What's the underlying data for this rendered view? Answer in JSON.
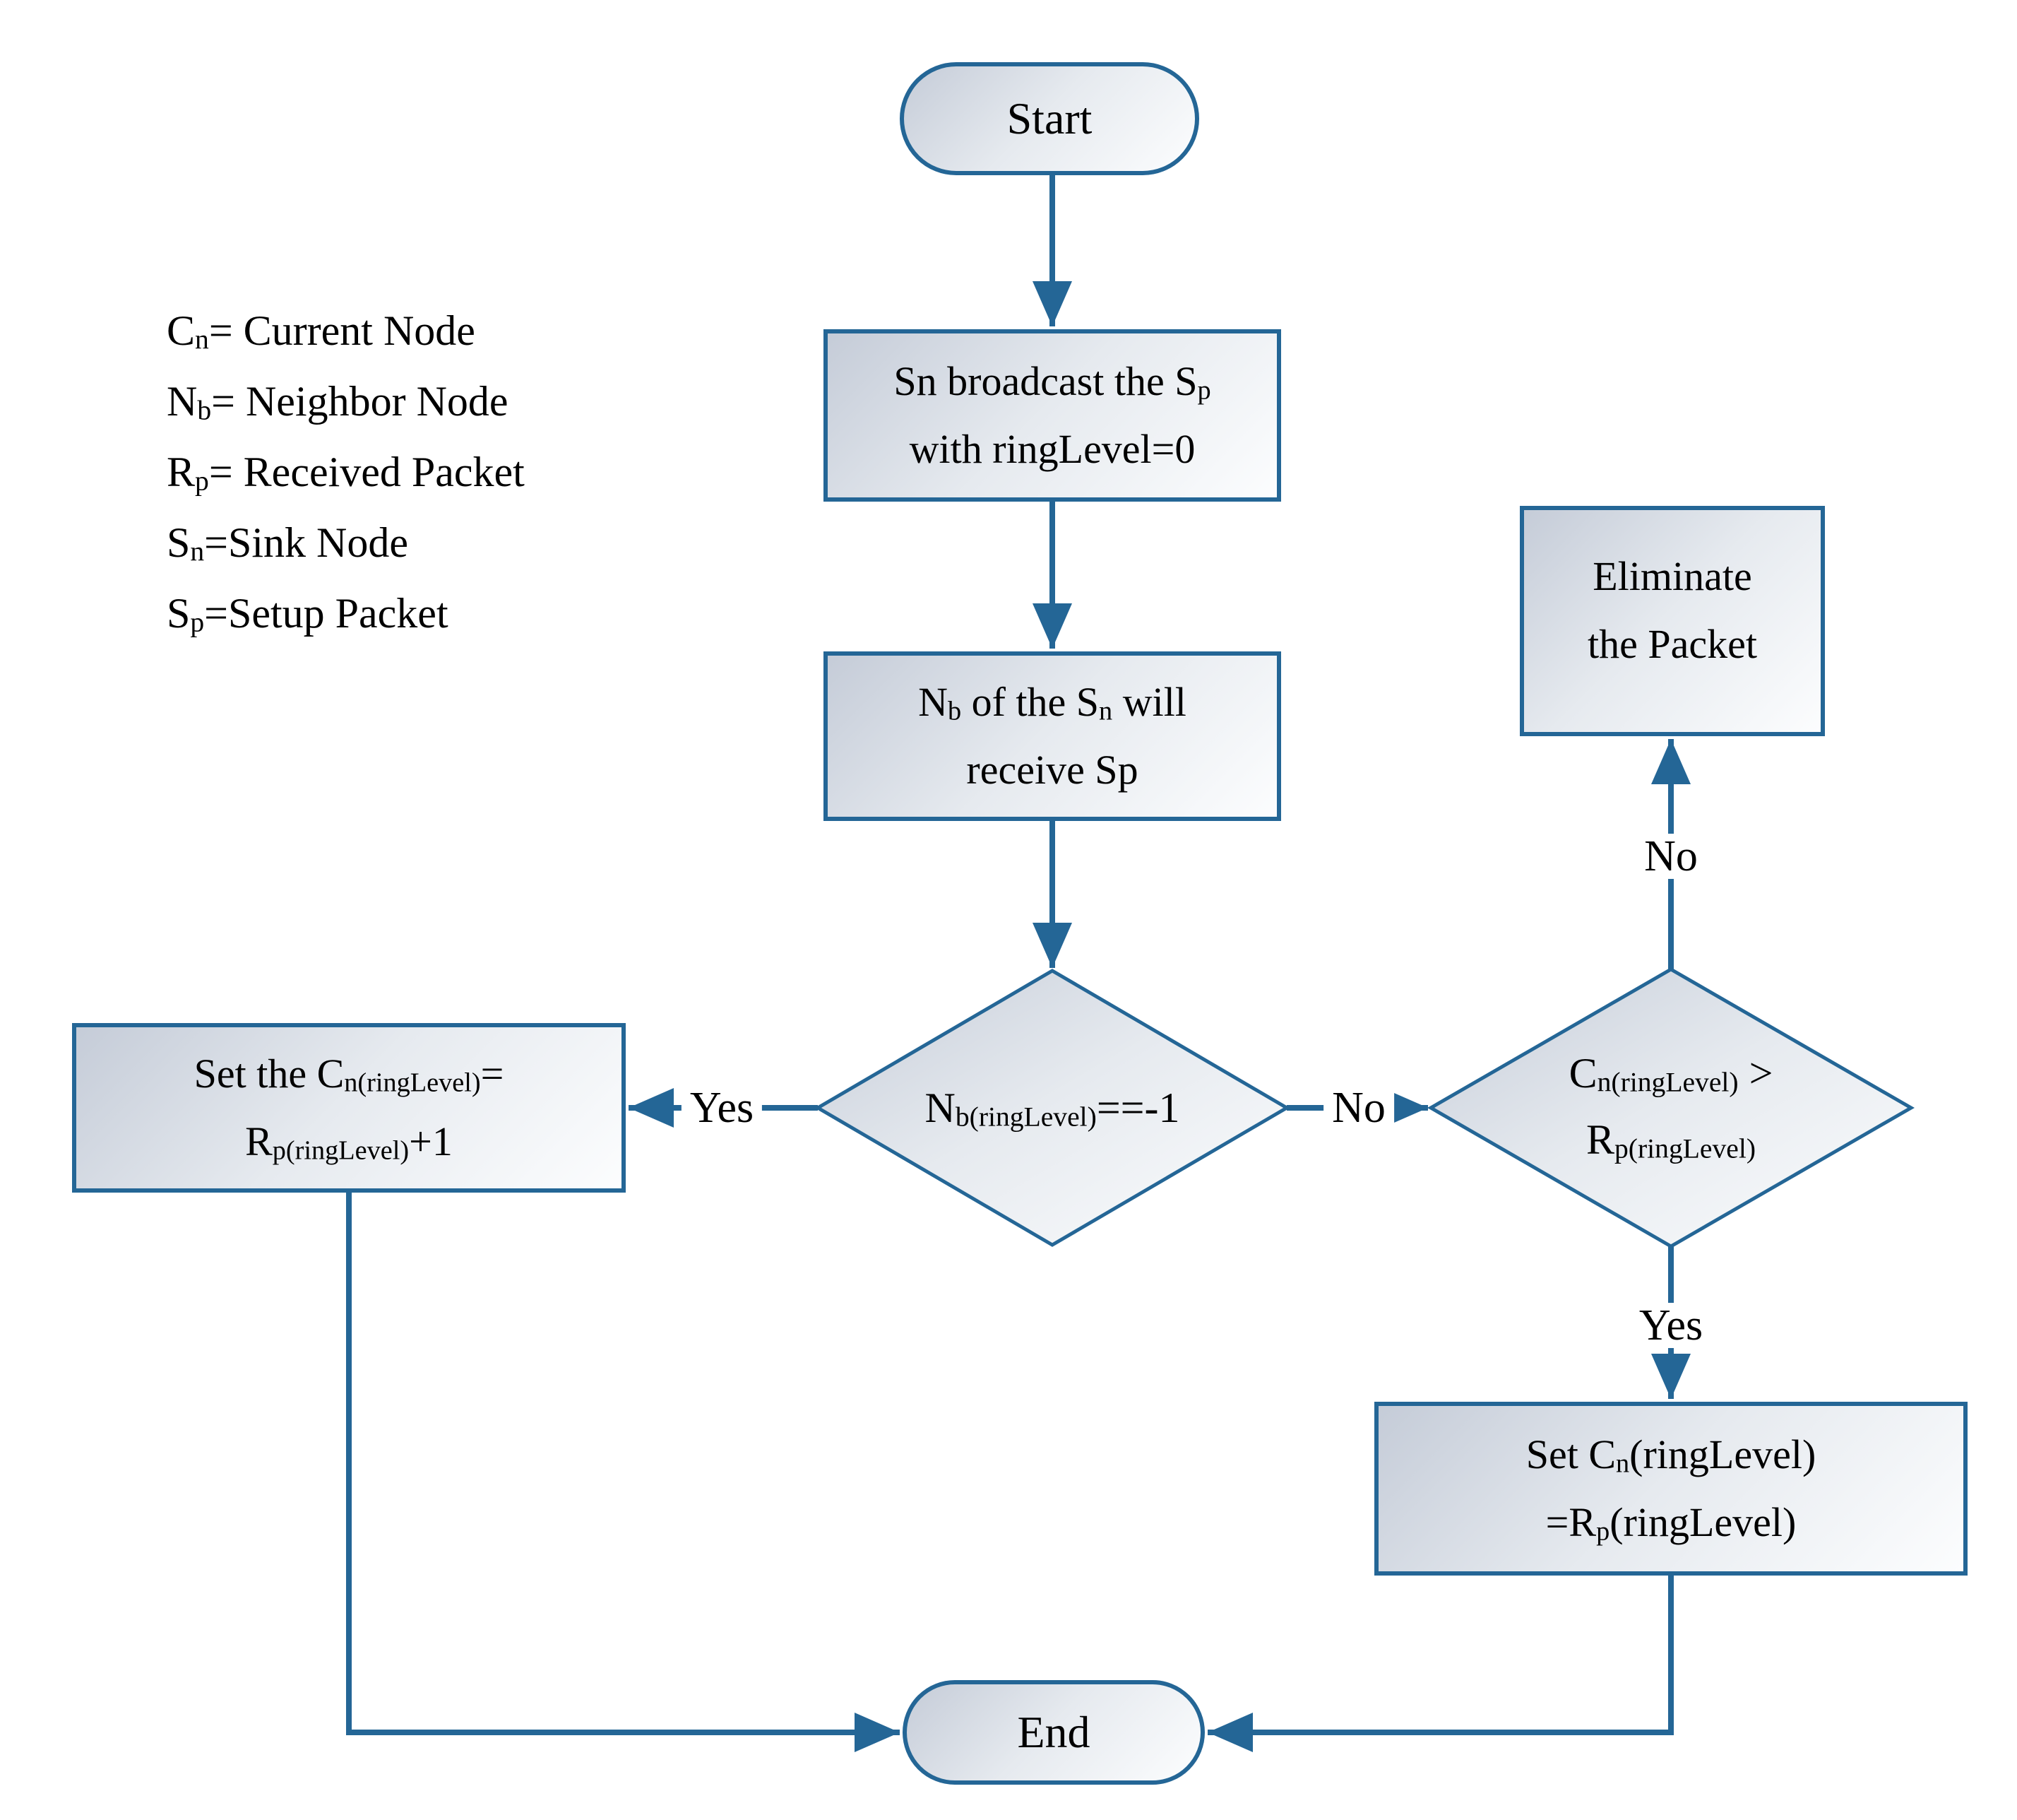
{
  "diagram": {
    "legend": {
      "items": [
        {
          "parts": [
            {
              "t": "C"
            },
            {
              "t": "n",
              "sub": true
            },
            {
              "t": "= Current Node"
            }
          ]
        },
        {
          "parts": [
            {
              "t": "N"
            },
            {
              "t": "b",
              "sub": true
            },
            {
              "t": "= Neighbor Node"
            }
          ]
        },
        {
          "parts": [
            {
              "t": "R"
            },
            {
              "t": "p",
              "sub": true
            },
            {
              "t": "= Received Packet"
            }
          ]
        },
        {
          "parts": [
            {
              "t": "S"
            },
            {
              "t": "n",
              "sub": true
            },
            {
              "t": "=Sink Node"
            }
          ]
        },
        {
          "parts": [
            {
              "t": "S"
            },
            {
              "t": "p",
              "sub": true
            },
            {
              "t": "=Setup Packet"
            }
          ]
        }
      ]
    },
    "nodes": {
      "start": {
        "label": "Start"
      },
      "broadcast": {
        "lines": [
          [
            {
              "t": "Sn broadcast the S"
            },
            {
              "t": "p",
              "sub": true
            }
          ],
          [
            {
              "t": "with ringLevel=0"
            }
          ]
        ]
      },
      "receive": {
        "lines": [
          [
            {
              "t": "N"
            },
            {
              "t": "b",
              "sub": true
            },
            {
              "t": " of the S"
            },
            {
              "t": "n",
              "sub": true
            },
            {
              "t": " will"
            }
          ],
          [
            {
              "t": "receive Sp"
            }
          ]
        ]
      },
      "decision1": {
        "lines": [
          [
            {
              "t": "N"
            },
            {
              "t": "b(ringLevel)",
              "sub": true
            },
            {
              "t": "==-1"
            }
          ]
        ]
      },
      "set_plus1": {
        "lines": [
          [
            {
              "t": "Set the C"
            },
            {
              "t": "n(ringLevel)",
              "sub": true
            },
            {
              "t": "="
            }
          ],
          [
            {
              "t": "R"
            },
            {
              "t": "p(ringLevel)",
              "sub": true
            },
            {
              "t": "+1"
            }
          ]
        ]
      },
      "decision2": {
        "lines": [
          [
            {
              "t": "C"
            },
            {
              "t": "n(ringLevel)",
              "sub": true
            },
            {
              "t": " >"
            }
          ],
          [
            {
              "t": "R"
            },
            {
              "t": "p(ringLevel)",
              "sub": true
            }
          ]
        ]
      },
      "eliminate": {
        "lines": [
          [
            {
              "t": "Eliminate"
            }
          ],
          [
            {
              "t": "the Packet"
            }
          ]
        ]
      },
      "set_equal": {
        "lines": [
          [
            {
              "t": "Set C"
            },
            {
              "t": "n",
              "sub": true
            },
            {
              "t": "(ringLevel)"
            }
          ],
          [
            {
              "t": "=R"
            },
            {
              "t": "p",
              "sub": true
            },
            {
              "t": "(ringLevel)"
            }
          ]
        ]
      },
      "end": {
        "label": "End"
      }
    },
    "edge_labels": {
      "decision1_yes": "Yes",
      "decision1_no": "No",
      "decision2_no": "No",
      "decision2_yes": "Yes"
    },
    "colors": {
      "stroke": "#246696",
      "fill_dark": "#c5ccd8",
      "fill_mid": "#e6eaef",
      "fill_light": "#fcfdfe",
      "text": "#000000",
      "background": "#ffffff"
    }
  }
}
